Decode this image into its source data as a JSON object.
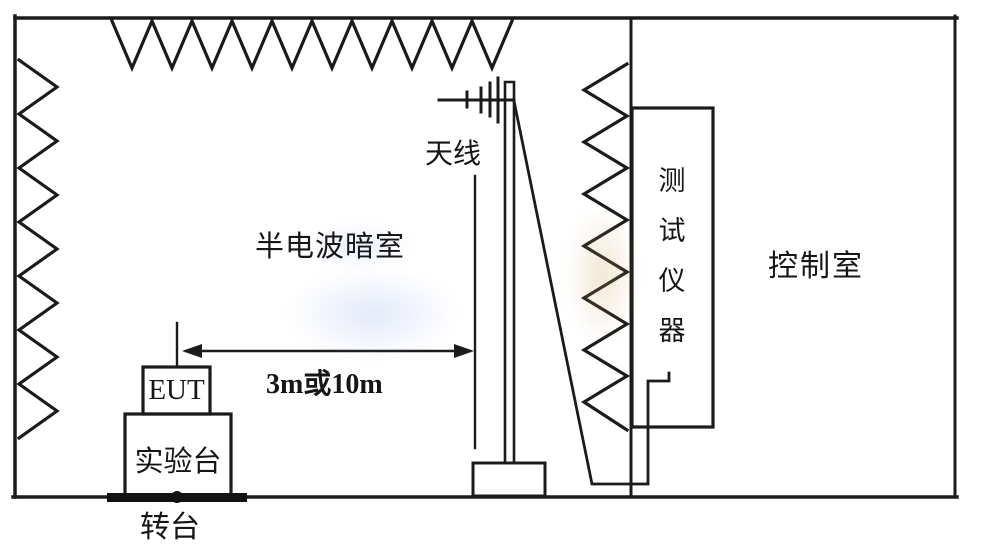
{
  "diagram": {
    "type": "emc-radiated-emission-test-setup",
    "labels": {
      "antenna": "天线",
      "chamber": "半电波暗室",
      "distance": "3m或10m",
      "eut": "EUT",
      "bench": "实验台",
      "turntable": "转台",
      "control_room": "控制室",
      "instruments": "测试仪器",
      "instruments_chars": [
        "测",
        "试",
        "仪",
        "器"
      ]
    },
    "colors": {
      "line": "#1b1b1b",
      "background": "#ffffff",
      "watermark_blue": "#7d9be1",
      "watermark_warm": "#cda55f"
    }
  }
}
